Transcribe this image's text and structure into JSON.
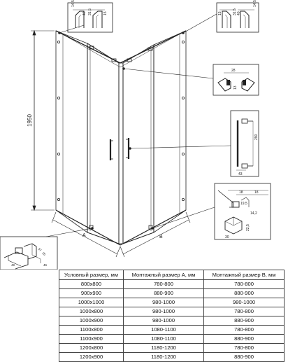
{
  "drawing": {
    "height_label": "1950",
    "side_a_label": "A",
    "side_b_label": "B",
    "top_left_detail": {
      "dims": [
        "14,5",
        "40",
        "31,5",
        "15"
      ]
    },
    "top_right_detail": {
      "dims": [
        "15",
        "31,5",
        "40",
        "14,5"
      ]
    },
    "magnet_detail": {
      "dims": [
        "28",
        "13"
      ]
    },
    "handle_detail": {
      "dims": [
        "290",
        "43"
      ]
    },
    "bottom_guide_detail": {
      "dims": [
        "18",
        "18",
        "19,5",
        "14,2",
        "22,5",
        "30"
      ]
    },
    "base_detail": {
      "dims": [
        "37",
        "26",
        "49",
        "46"
      ]
    }
  },
  "table": {
    "headers": [
      "Условный размер, мм",
      "Монтажный размер A, мм",
      "Монтажный размер B, мм"
    ],
    "rows": [
      [
        "800x800",
        "780-800",
        "780-800"
      ],
      [
        "900x900",
        "880-900",
        "880-900"
      ],
      [
        "1000x1000",
        "980-1000",
        "980-1000"
      ],
      [
        "1000x800",
        "980-1000",
        "780-800"
      ],
      [
        "1000x900",
        "980-1000",
        "880-900"
      ],
      [
        "1100x800",
        "1080-1100",
        "780-800"
      ],
      [
        "1100x900",
        "1080-1100",
        "880-900"
      ],
      [
        "1200x800",
        "1180-1200",
        "780-800"
      ],
      [
        "1200x900",
        "1180-1200",
        "880-900"
      ]
    ]
  }
}
